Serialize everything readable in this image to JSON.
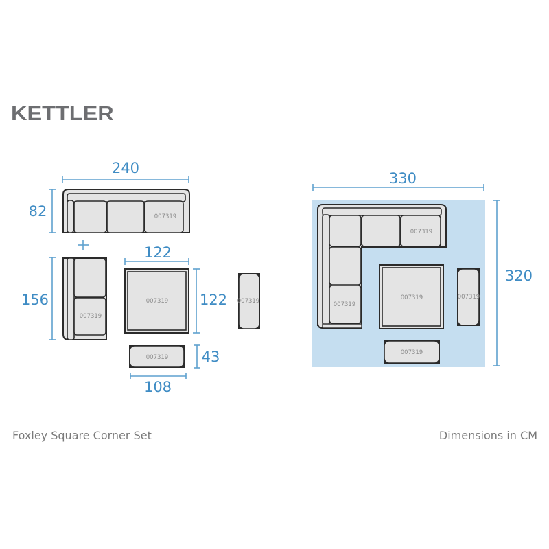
{
  "brand": {
    "logo_text": "KETTLER",
    "logo_color": "#6d6e71"
  },
  "product": {
    "name": "Foxley Square Corner Set"
  },
  "units_note": "Dimensions in CM",
  "colors": {
    "dimension": "#3f8cc4",
    "footprint_fill": "#c5def0",
    "cushion_fill": "#e4e4e4",
    "outline": "#2b2b2b"
  },
  "components": {
    "three_seat_sofa": {
      "width": "240",
      "depth": "82",
      "code": "007319"
    },
    "two_seat_corner": {
      "length": "156",
      "code": "007319"
    },
    "coffee_table": {
      "width": "122",
      "depth": "122",
      "code": "007319"
    },
    "bench": {
      "width": "108",
      "depth": "43",
      "code": "007319"
    },
    "side_bench": {
      "code": "007319"
    }
  },
  "assembled": {
    "width": "330",
    "depth": "320",
    "codes": [
      "007319",
      "007319",
      "007319",
      "007319",
      "007319"
    ]
  }
}
